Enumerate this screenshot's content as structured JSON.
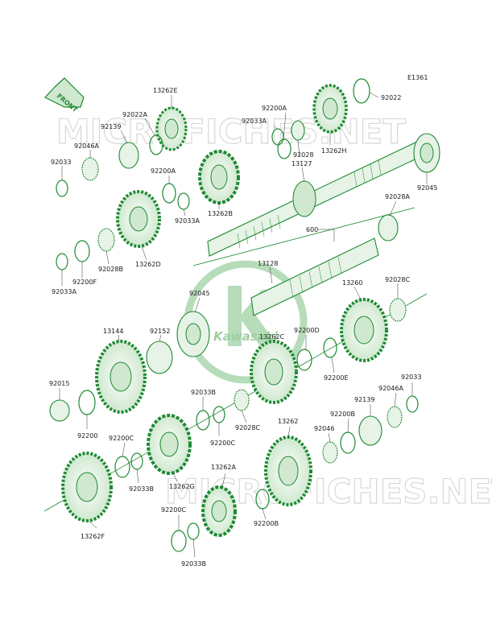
{
  "diagram_code": "E1361",
  "front_label": "FRONT",
  "watermark_top": "MICROFICHES.NET",
  "watermark_bottom": "MICROFICHES.NET",
  "logo_text": "Kawasaki",
  "labels": {
    "l13262E": "13262E",
    "l92022A": "92022A",
    "l92139_top": "92139",
    "l92046A_top": "92046A",
    "l92033_top": "92033",
    "l92200A_a": "92200A",
    "l92033A_a": "92033A",
    "l92200A_b": "92200A",
    "l92033A_b": "92033A",
    "l92028_top": "92028",
    "l13262H": "13262H",
    "l92022": "92022",
    "l13127": "13127",
    "l13262B": "13262B",
    "l92045_top": "92045",
    "l92028A": "92028A",
    "l600": "600",
    "l13262D": "13262D",
    "l92028B": "92028B",
    "l92200F": "92200F",
    "l92033A_c": "92033A",
    "l13128": "13128",
    "l92045_mid": "92045",
    "l13260": "13260",
    "l92028C_top": "92028C",
    "l13144": "13144",
    "l92152": "92152",
    "l13262C": "13262C",
    "l92200D": "92200D",
    "l92200E": "92200E",
    "l92015": "92015",
    "l92200": "92200",
    "l92033B_a": "92033B",
    "l92200C_a": "92200C",
    "l92028C_mid": "92028C",
    "l92033_right": "92033",
    "l92046A_right": "92046A",
    "l92139_right": "92139",
    "l92200B_a": "92200B",
    "l92046": "92046",
    "l92200C_b": "92200C",
    "l13262": "13262",
    "l92033B_b": "92033B",
    "l13262G": "13262G",
    "l13262A": "13262A",
    "l92200B_b": "92200B",
    "l13262F": "13262F",
    "l92200C_c": "92200C",
    "l92033B_c": "92033B"
  }
}
